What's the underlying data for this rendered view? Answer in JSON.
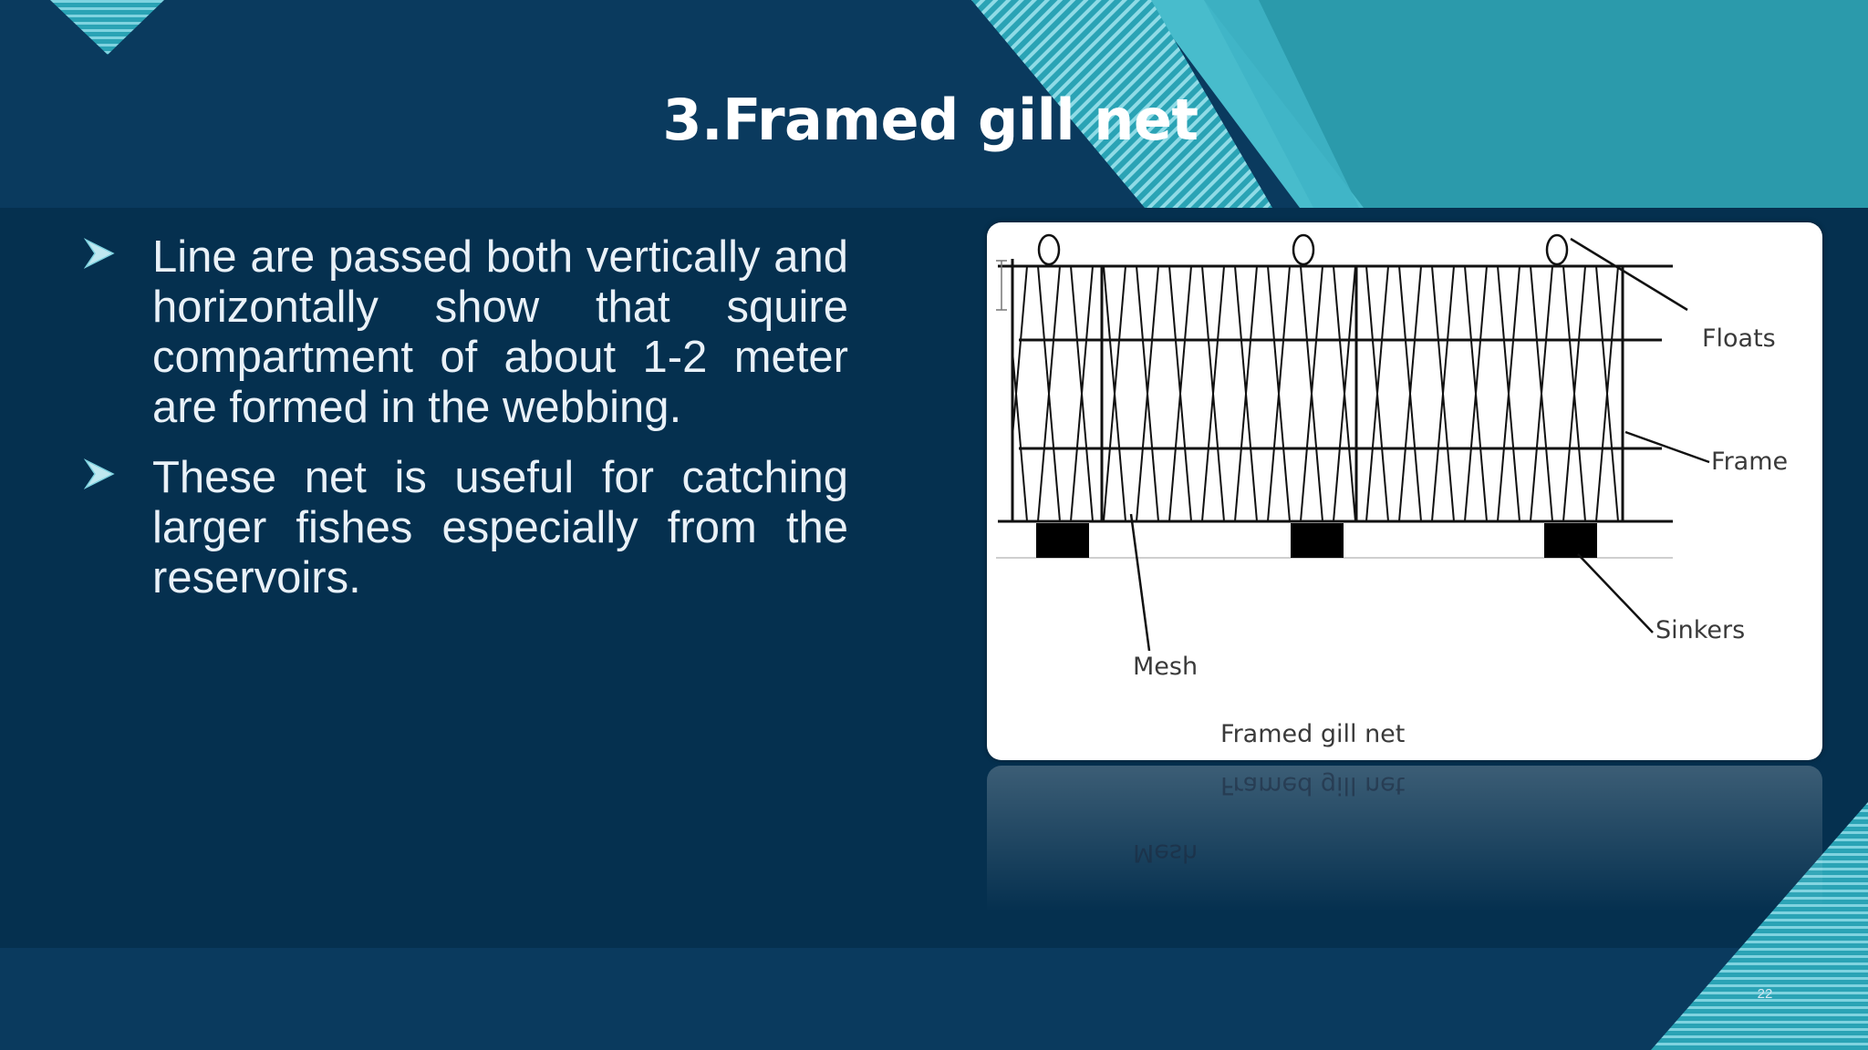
{
  "slide": {
    "title": "3.Framed gill net",
    "page_number": "22"
  },
  "bullets": [
    {
      "text": "Line are passed both vertically and horizontally show that squire compartment of about 1-2 meter are formed in the webbing."
    },
    {
      "text": "These net is useful for catching larger fishes especially from the reservoirs."
    }
  ],
  "figure": {
    "labels": {
      "floats": "Floats",
      "frame": "Frame",
      "sinkers": "Sinkers",
      "mesh": "Mesh"
    },
    "caption": "Framed gill net"
  },
  "colors": {
    "background": "#06304f",
    "accent_teal": "#2aa3b5",
    "accent_light_teal": "#45bfd0",
    "text": "#ffffff"
  },
  "icons": {
    "bullet": "arrow-right-icon"
  }
}
